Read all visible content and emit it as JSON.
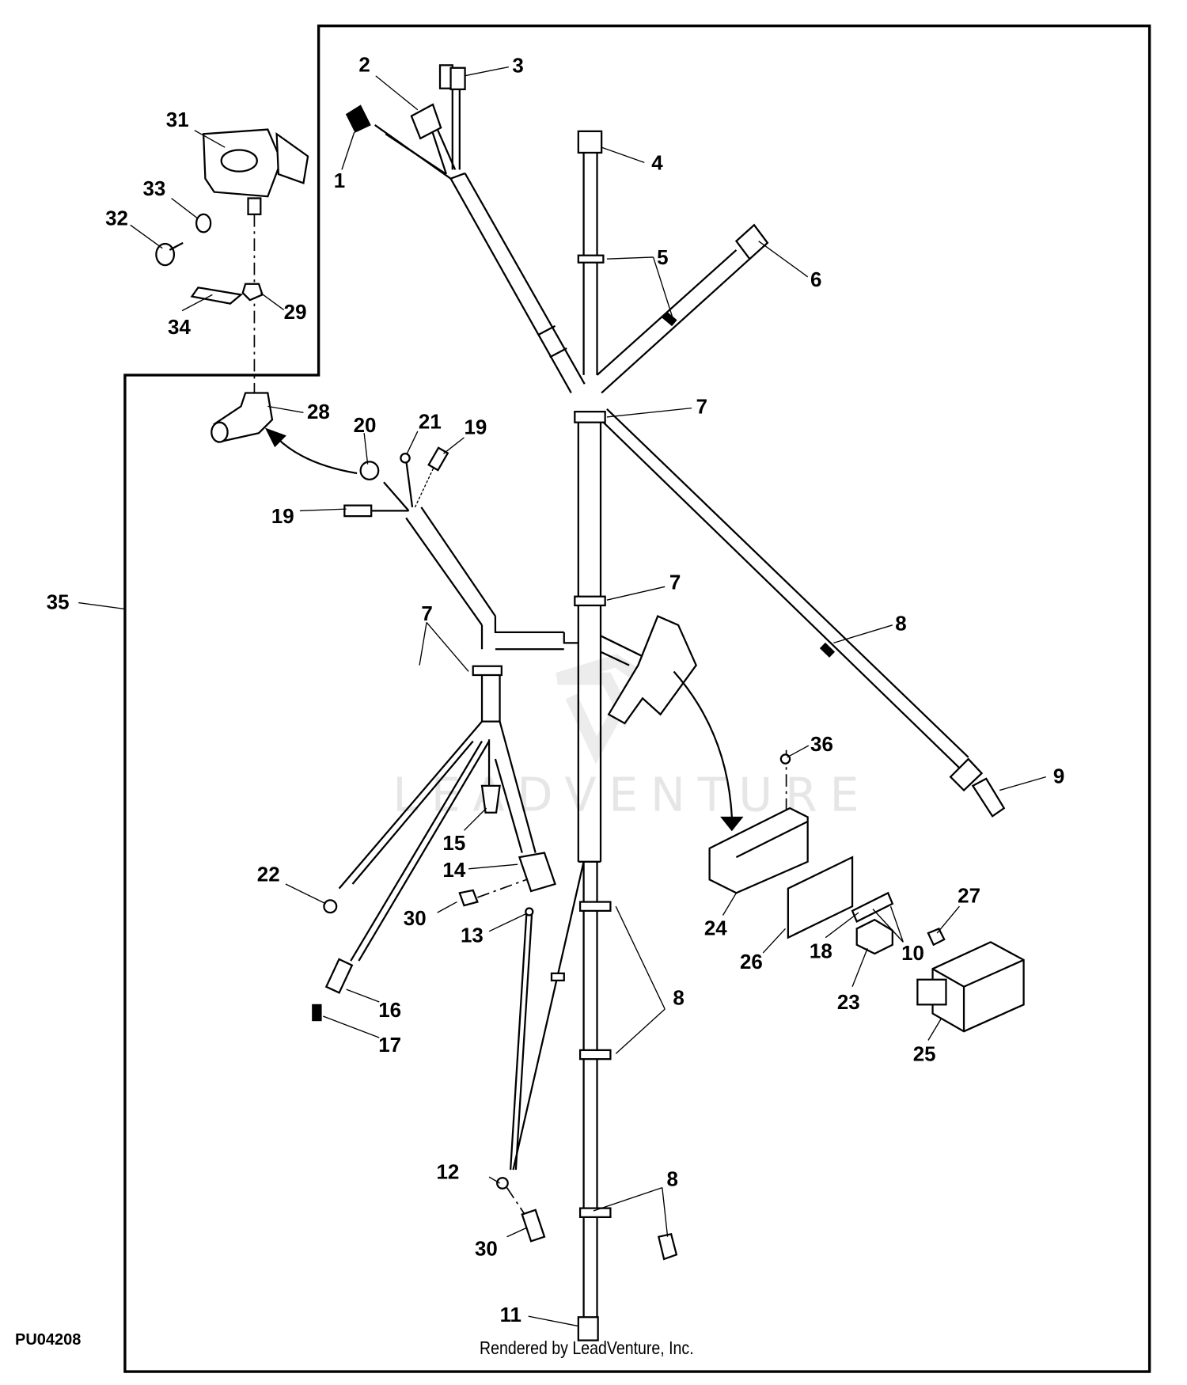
{
  "figure": {
    "id": "PU04208",
    "credit": "Rendered by LeadVenture, Inc.",
    "watermark": "LEADVENTURE"
  },
  "callouts": {
    "c1": "1",
    "c2": "2",
    "c3": "3",
    "c4": "4",
    "c5": "5",
    "c6": "6",
    "c7a": "7",
    "c7b": "7",
    "c7c": "7",
    "c8a": "8",
    "c8b": "8",
    "c8c": "8",
    "c9": "9",
    "c10": "10",
    "c11": "11",
    "c12": "12",
    "c13": "13",
    "c14": "14",
    "c15": "15",
    "c16": "16",
    "c17": "17",
    "c18": "18",
    "c19a": "19",
    "c19b": "19",
    "c20": "20",
    "c21": "21",
    "c22": "22",
    "c23": "23",
    "c24": "24",
    "c25": "25",
    "c26": "26",
    "c27": "27",
    "c28": "28",
    "c29": "29",
    "c30a": "30",
    "c30b": "30",
    "c31": "31",
    "c32": "32",
    "c33": "33",
    "c34": "34",
    "c35": "35",
    "c36": "36"
  }
}
